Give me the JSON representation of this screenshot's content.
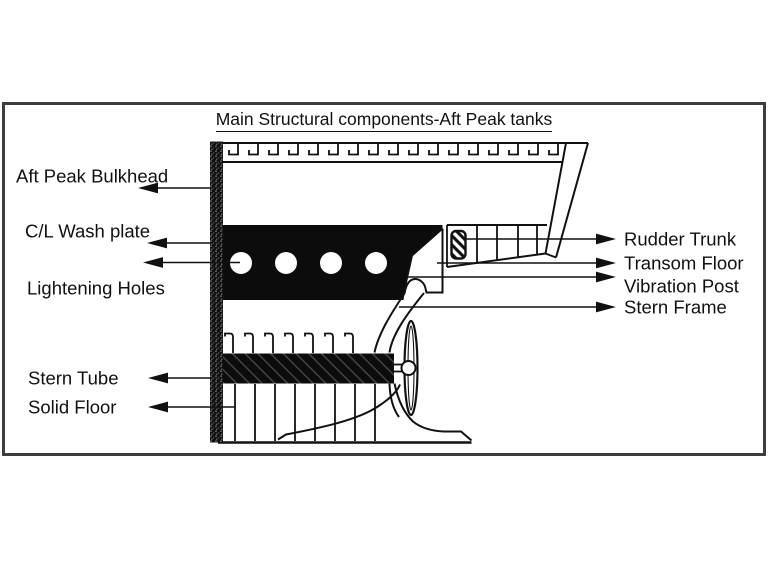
{
  "title": {
    "text": "Main Structural components-Aft Peak tanks"
  },
  "labels": {
    "aft_peak_bulkhead": "Aft Peak Bulkhead",
    "cl_wash_plate": "C/L Wash plate",
    "lightening_holes": "Lightening Holes",
    "stern_tube": "Stern Tube",
    "solid_floor": "Solid Floor",
    "rudder_trunk": "Rudder Trunk",
    "transom_floor": "Transom Floor",
    "vibration_post": "Vibration Post",
    "stern_frame": "Stern Frame"
  },
  "colors": {
    "ink": "#111111",
    "panel_border": "#3d3d3d",
    "background": "#ffffff"
  }
}
